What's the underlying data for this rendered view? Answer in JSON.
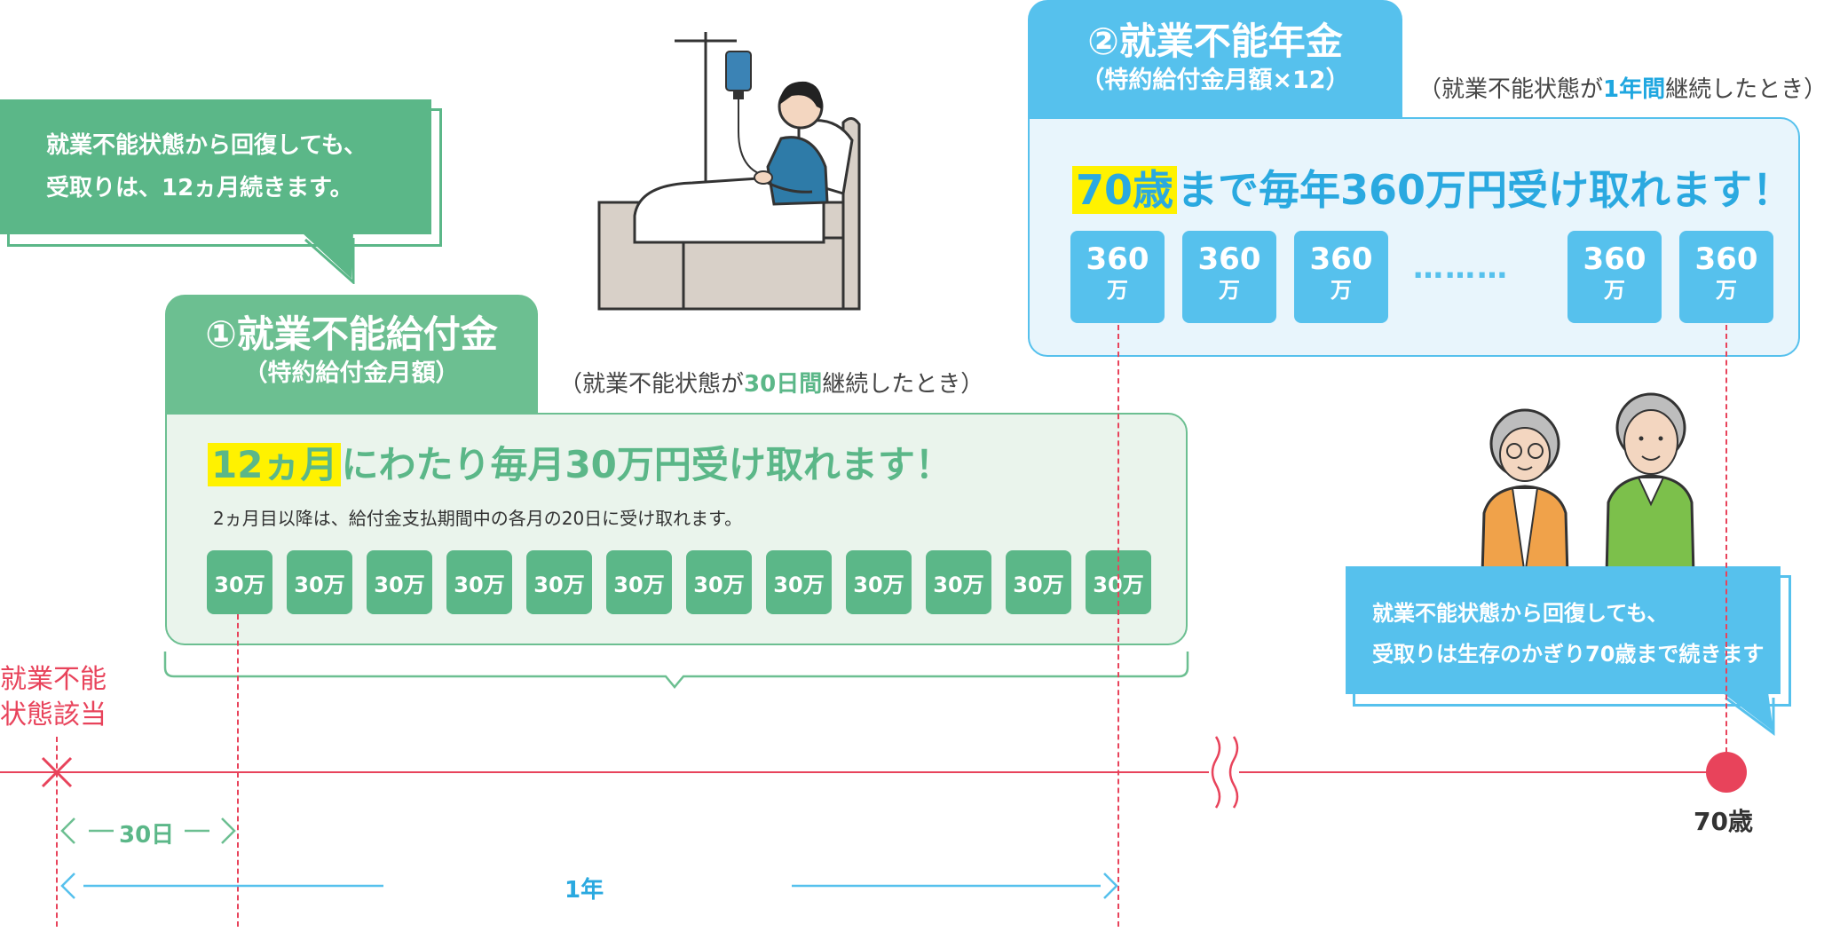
{
  "colors": {
    "green": "#5bb788",
    "green_light": "#eaf4ec",
    "blue": "#56c1ed",
    "blue_light": "#e8f5fc",
    "red": "#e8435b",
    "yellow": "#fff200"
  },
  "bubble_left": {
    "line1": "就業不能状態から回復しても、",
    "line2": "受取りは、12ヵ月続きます。"
  },
  "benefit1": {
    "title": "①就業不能給付金",
    "subtitle": "（特約給付金月額）",
    "condition_prefix": "（就業不能状態が",
    "condition_highlight": "30日間",
    "condition_suffix": "継続したとき）",
    "headline_highlight": "12ヵ月",
    "headline_rest": "にわたり毎月30万円受け取れます！",
    "note": "2ヵ月目以降は、給付金支払期間中の各月の20日に受け取れます。",
    "payments": [
      "30万",
      "30万",
      "30万",
      "30万",
      "30万",
      "30万",
      "30万",
      "30万",
      "30万",
      "30万",
      "30万",
      "30万"
    ]
  },
  "benefit2": {
    "title": "②就業不能年金",
    "subtitle": "（特約給付金月額×12）",
    "condition_prefix": "（就業不能状態が",
    "condition_highlight": "1年間",
    "condition_suffix": "継続したとき）",
    "headline_highlight": "70歳",
    "headline_rest": "まで毎年360万円受け取れます！",
    "payments": [
      {
        "num": "360",
        "unit": "万"
      },
      {
        "num": "360",
        "unit": "万"
      },
      {
        "num": "360",
        "unit": "万"
      },
      {
        "num": "360",
        "unit": "万"
      },
      {
        "num": "360",
        "unit": "万"
      }
    ],
    "ellipsis": "………"
  },
  "bubble_right": {
    "line1": "就業不能状態から回復しても、",
    "line2": "受取りは生存のかぎり70歳まで続きます"
  },
  "timeline": {
    "start_label_line1": "就業不能",
    "start_label_line2": "状態該当",
    "end_label": "70歳",
    "span_30days": "30日",
    "span_1year": "1年"
  },
  "illustrations": [
    "hospital-patient-illustration",
    "elderly-couple-illustration"
  ]
}
